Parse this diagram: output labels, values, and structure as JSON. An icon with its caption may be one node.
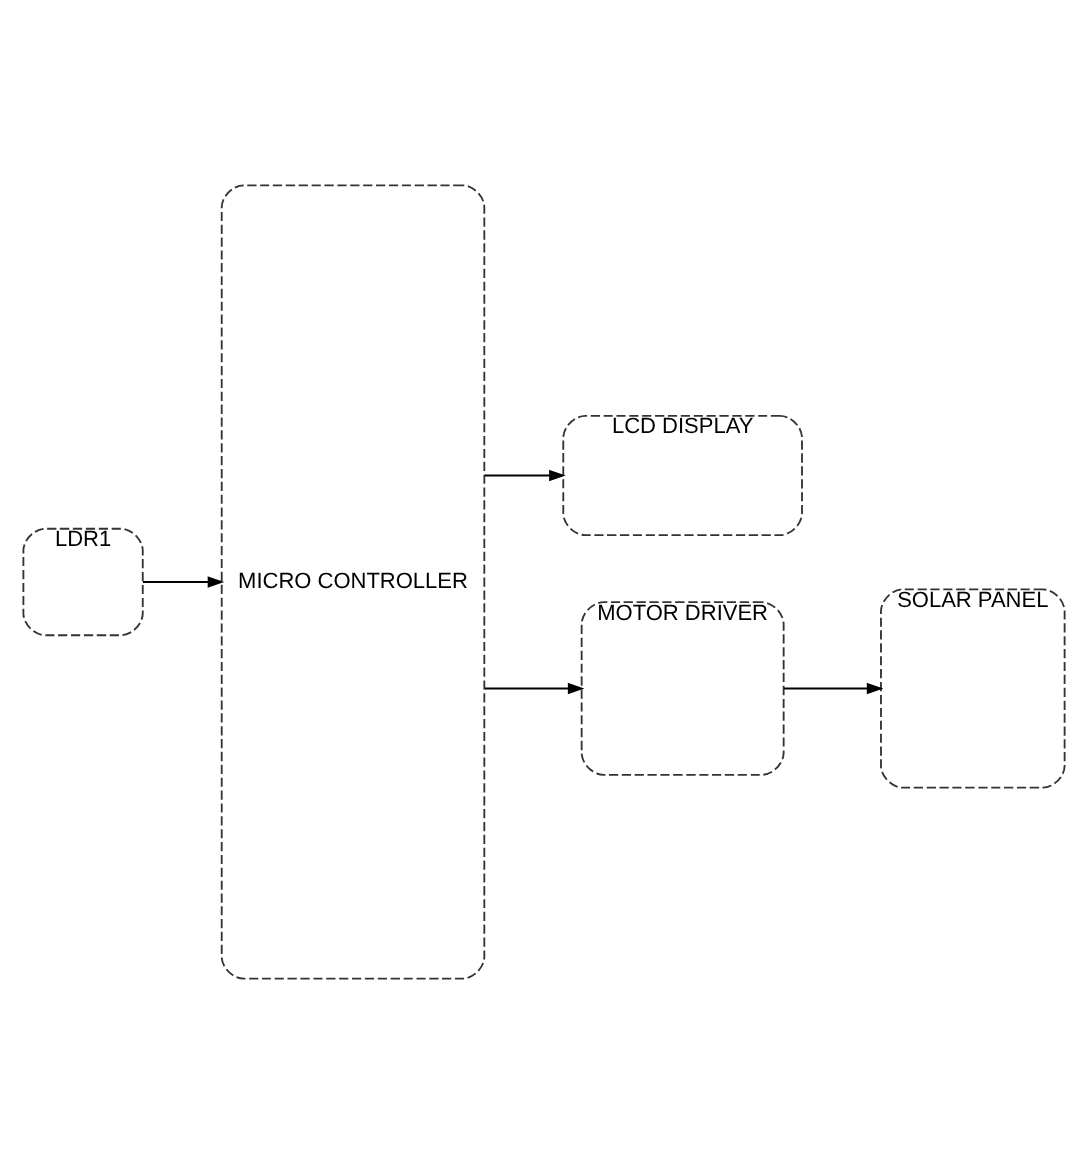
{
  "diagram": {
    "nodes": [
      {
        "text": [
          "LDR1"
        ]
      },
      {
        "text": [
          "MICRO CONTROLLER"
        ]
      },
      {
        "text": [
          "LCD DISPLAY"
        ]
      },
      {
        "text": [
          "MOTOR DRIVER"
        ]
      },
      {
        "text": [
          "SOLAR PANEL"
        ]
      }
    ],
    "edges": [
      {
        "from": 0,
        "to": 1,
        "arrow": "to"
      },
      {
        "from": 1,
        "to": 2,
        "arrow": "to"
      },
      {
        "from": 1,
        "to": 3,
        "arrow": "to"
      },
      {
        "from": 3,
        "to": 4,
        "arrow": "to"
      }
    ]
  }
}
